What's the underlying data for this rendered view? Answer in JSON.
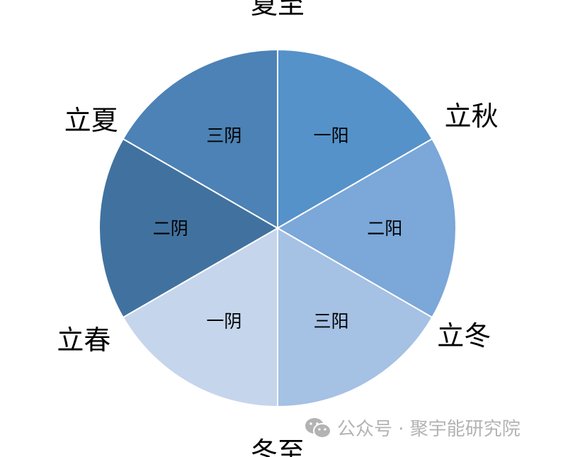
{
  "chart_data": {
    "type": "pie",
    "start_angle_deg": 0,
    "direction": "clockwise",
    "slices": [
      {
        "inner_label": "一阳",
        "outer_label": "立秋",
        "value": 1,
        "color": "#5592CA"
      },
      {
        "inner_label": "二阳",
        "outer_label": "立冬",
        "value": 1,
        "color": "#7BA7D9"
      },
      {
        "inner_label": "三阳",
        "outer_label": "冬至",
        "value": 1,
        "color": "#A5C1E4"
      },
      {
        "inner_label": "一阴",
        "outer_label": "立春",
        "value": 1,
        "color": "#C5D5EC"
      },
      {
        "inner_label": "二阴",
        "outer_label": "立夏",
        "value": 1,
        "color": "#41729F"
      },
      {
        "inner_label": "三阴",
        "outer_label": "夏至",
        "value": 1,
        "color": "#4C82B5"
      }
    ]
  },
  "watermark": {
    "text": "公众号 · 聚宇能研究院",
    "icon": "wechat-icon"
  }
}
